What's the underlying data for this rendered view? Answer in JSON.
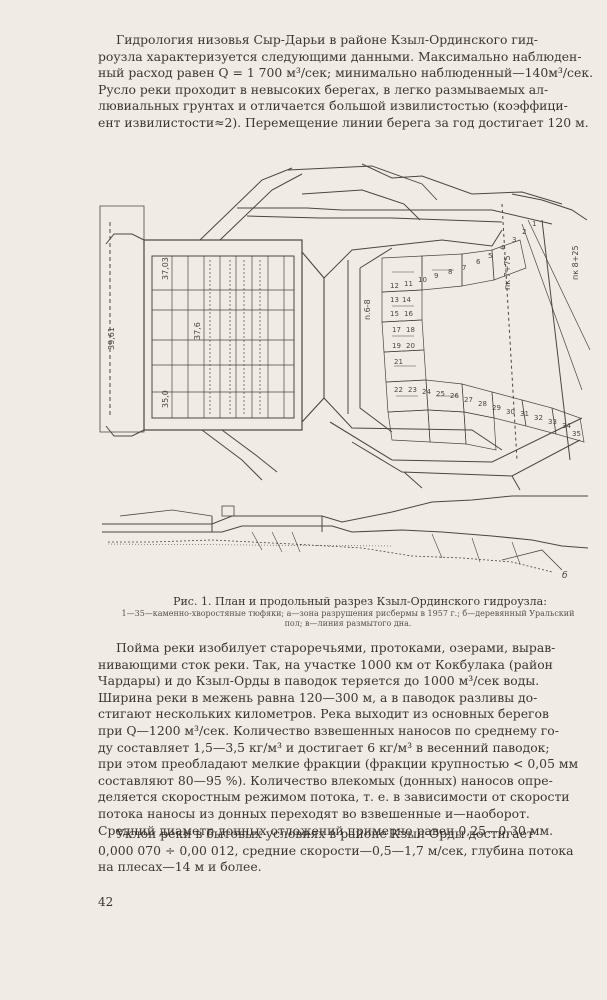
{
  "paragraph1": [
    "Гидрология низовья Сыр-Дарьи в районе Кзыл-Ординского гид-",
    "роузла характеризуется следующими данными. Максимально наблюден-",
    "ный расход равен Q = 1 700 м³/сек; минимально наблюденный—140м³/сек.",
    "Русло реки проходит в невысоких берегах, в легко размываемых ал-",
    "лювиальных грунтах и отличается большой извилистостью (коэффици-",
    "ент извилистости≈2). Перемещение линии берега за год достигает 120 м."
  ],
  "figure": {
    "dimension_labels": [
      "39,61",
      "37,03",
      "37,6",
      "35,0",
      "n.6-8",
      "пк 7+75",
      "пк 8+25"
    ],
    "plan_numbers": [
      "1",
      "2",
      "3",
      "4",
      "5",
      "6",
      "7",
      "8",
      "9",
      "10",
      "11",
      "12",
      "13",
      "14",
      "15",
      "16",
      "17",
      "18",
      "19",
      "20",
      "21",
      "22",
      "23",
      "24",
      "25",
      "26",
      "27",
      "28",
      "29",
      "30",
      "31",
      "32",
      "33",
      "34",
      "35"
    ],
    "section_label": "б",
    "caption_title": "Рис. 1. План и продольный разрез Кзыл-Ординского гидроузла:",
    "caption_legend": [
      "1—35—каменно-хворостяные тюфяки; а—зона разрушения рисбермы в 1957 г.; б—деревянный Уральский",
      "пол; в—линия размытого дна."
    ]
  },
  "paragraph2": [
    "Пойма реки изобилует староречьями, протоками, озерами, вырав-",
    "нивающими сток реки. Так, на участке 1000 км от Кокбулака (район",
    "Чардары) и до Кзыл-Орды в паводок теряется до 1000 м³/сек воды.",
    "Ширина реки в межень равна 120—300 м, а в паводок разливы до-",
    "стигают нескольких километров. Река выходит из основных берегов",
    "при Q—1200 м³/сек. Количество взвешенных наносов по среднему го-",
    "ду составляет 1,5—3,5 кг/м³ и достигает 6 кг/м³ в весенний паводок;",
    "при этом преобладают мелкие фракции (фракции крупностью < 0,05 мм",
    "составляют 80—95 %). Количество влекомых (донных) наносов опре-",
    "деляется скоростным режимом потока, т. е. в зависимости от скорости",
    "потока наносы из донных переходят во взвешенные и—наоборот.",
    "Средний диаметр донных отложений примерно равен 0,25—0,30 мм."
  ],
  "paragraph3": [
    "Уклон реки в бытовых условиях в районе Кзыл-Орды достигает",
    "0,000 070 ÷ 0,00 012, средние скорости—0,5—1,7 м/сек, глубина потока",
    "на плесах—14 м и более."
  ],
  "page_number": "42"
}
